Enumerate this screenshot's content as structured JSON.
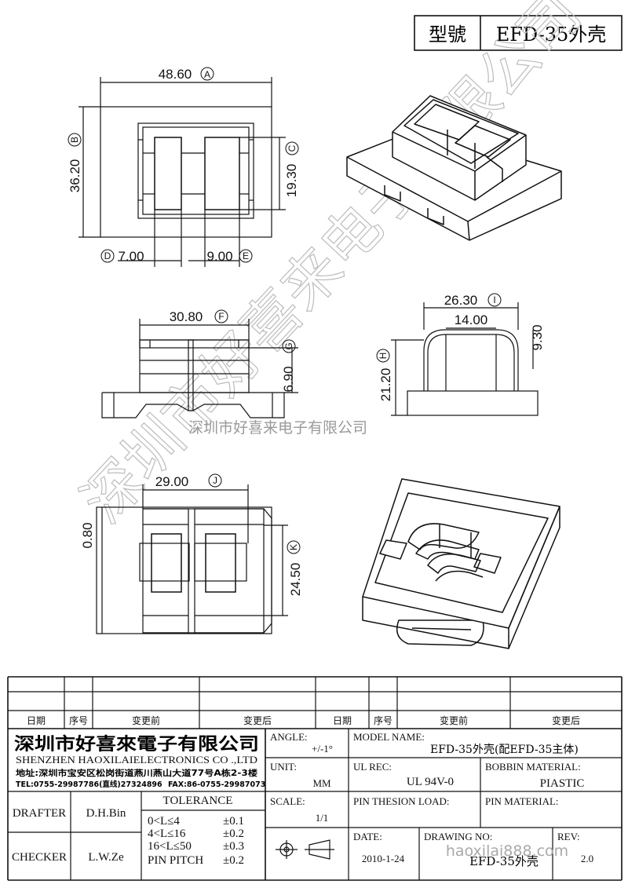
{
  "header": {
    "label": "型號",
    "model": "EFD-35外壳"
  },
  "dims": {
    "a": "48.60",
    "a_tag": "A",
    "b": "36.20",
    "b_tag": "B",
    "c": "19.30",
    "c_tag": "C",
    "d": "7.00",
    "d_tag": "D",
    "e": "9.00",
    "e_tag": "E",
    "f": "30.80",
    "f_tag": "F",
    "g": "6.90",
    "g_tag": "G",
    "h": "21.20",
    "h_tag": "H",
    "i": "26.30",
    "i_tag": "I",
    "i_inner": "14.00",
    "i_height": "9.30",
    "j": "29.00",
    "j_tag": "J",
    "k": "24.50",
    "k_tag": "K",
    "side": "0.80"
  },
  "watermark": {
    "diagonal": "深圳市好喜来电子有限公司",
    "center": "深圳市好喜来电子有限公司"
  },
  "revision_table": {
    "headers": [
      "日期",
      "序号",
      "变更前",
      "变更后",
      "日期",
      "序号",
      "变更前",
      "变更后"
    ]
  },
  "title_block": {
    "company_cn": "深圳市好喜來電子有限公司",
    "company_en": "SHENZHEN HAOXILAIELECTRONICS CO .,LTD",
    "address": "地址:深圳市宝安区松岗街道燕川燕山大道77号A栋2-3楼",
    "tel": "TEL:0755-29987786(直线)27324896",
    "fax": "FAX:86-0755-29987073",
    "drafter_label": "DRAFTER",
    "drafter": "D.H.Bin",
    "checker_label": "CHECKER",
    "checker": "L.W.Ze",
    "tolerance_label": "TOLERANCE",
    "tol_rows": [
      {
        "range": "0<L≤4",
        "value": "±0.1"
      },
      {
        "range": "4<L≤16",
        "value": "±0.2"
      },
      {
        "range": "16<L≤50",
        "value": "±0.3"
      },
      {
        "range": "PIN PITCH",
        "value": "±0.2"
      }
    ],
    "angle_label": "ANGLE:",
    "angle": "+/-1°",
    "unit_label": "UNIT:",
    "unit": "MM",
    "scale_label": "SCALE:",
    "scale": "1/1",
    "model_label": "MODEL NAME:",
    "model": "EFD-35外壳(配EFD-35主体)",
    "ul_label": "UL REC:",
    "ul": "UL 94V-0",
    "bobbin_label": "BOBBIN MATERIAL:",
    "bobbin": "PIASTIC",
    "pin_load_label": "PIN THESION LOAD:",
    "pin_material_label": "PIN MATERIAL:",
    "date_label": "DATE:",
    "date": "2010-1-24",
    "drawing_label": "DRAWING NO:",
    "drawing": "EFD-35外壳",
    "drawing_watermark": "haoxilai888.com",
    "rev_label": "REV:",
    "rev": "2.0"
  }
}
